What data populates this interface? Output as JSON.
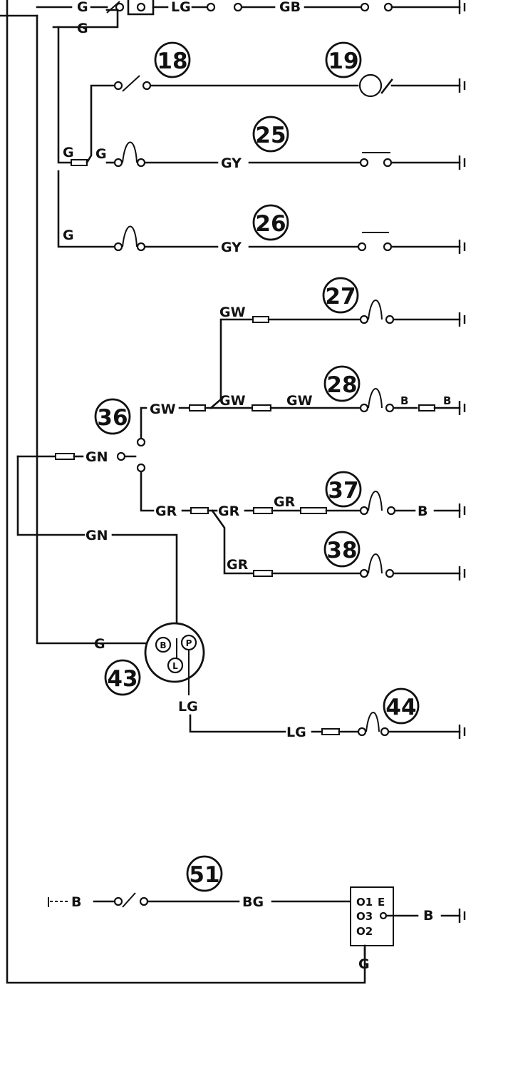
{
  "components": {
    "c18": "18",
    "c19": "19",
    "c25": "25",
    "c26": "26",
    "c27": "27",
    "c28": "28",
    "c36": "36",
    "c37": "37",
    "c38": "38",
    "c43": "43",
    "c44": "44",
    "c51": "51"
  },
  "wire_codes": {
    "G": "G",
    "LG": "LG",
    "GB": "GB",
    "GY": "GY",
    "GW": "GW",
    "GN": "GN",
    "GR": "GR",
    "B": "B",
    "BG": "BG"
  },
  "pins": {
    "p43_b": "B",
    "p43_p": "P",
    "p43_l": "L",
    "p51_1": "O1",
    "p51_e": "E",
    "p51_3": "O3",
    "p51_2": "O2"
  }
}
